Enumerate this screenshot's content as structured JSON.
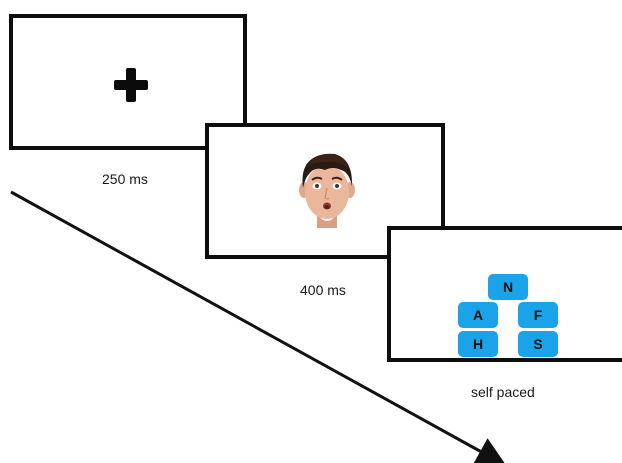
{
  "fixation_screen": {
    "symbol": "fixation-cross",
    "duration_label": "250 ms"
  },
  "face_screen": {
    "image": "child-face-surprised",
    "duration_label": "400 ms"
  },
  "response_screen": {
    "keys": [
      "N",
      "A",
      "F",
      "H",
      "S"
    ],
    "key_color": "#1aa3e8",
    "duration_label": "self paced"
  },
  "arrow": {
    "meaning": "time",
    "color": "#111111"
  }
}
